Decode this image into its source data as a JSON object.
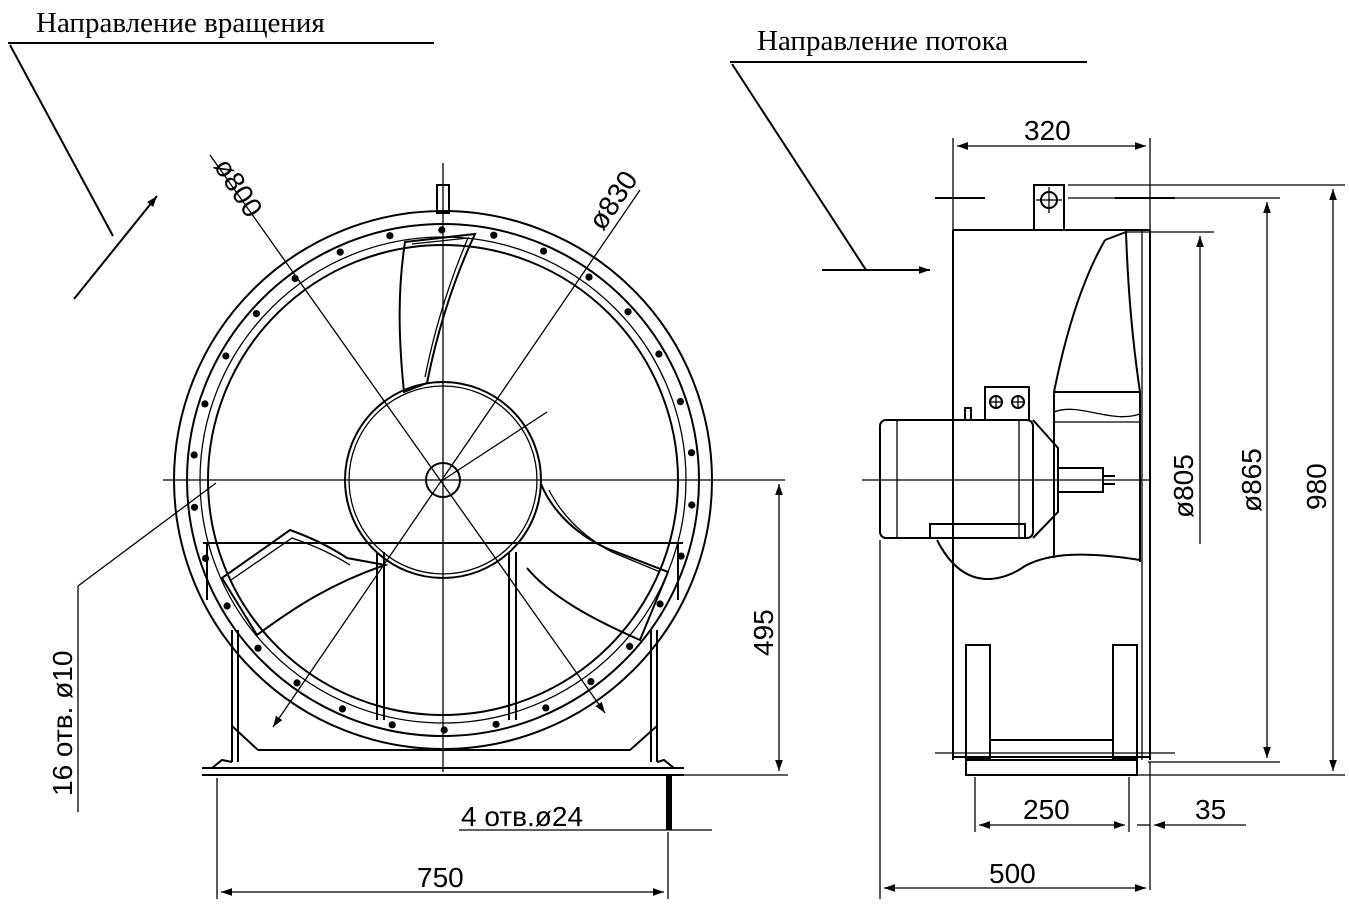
{
  "labels": {
    "rotation_direction": "Направление вращения",
    "flow_direction": "Направление потока"
  },
  "front_view": {
    "dia_800": "ø800",
    "dia_830": "ø830",
    "holes_16": "16 отв. ø10",
    "holes_4": "4 отв.ø24",
    "dim_495": "495",
    "dim_750": "750"
  },
  "side_view": {
    "dim_320": "320",
    "dia_805": "ø805",
    "dia_865": "ø865",
    "dim_980": "980",
    "dim_250": "250",
    "dim_35": "35",
    "dim_500": "500"
  }
}
